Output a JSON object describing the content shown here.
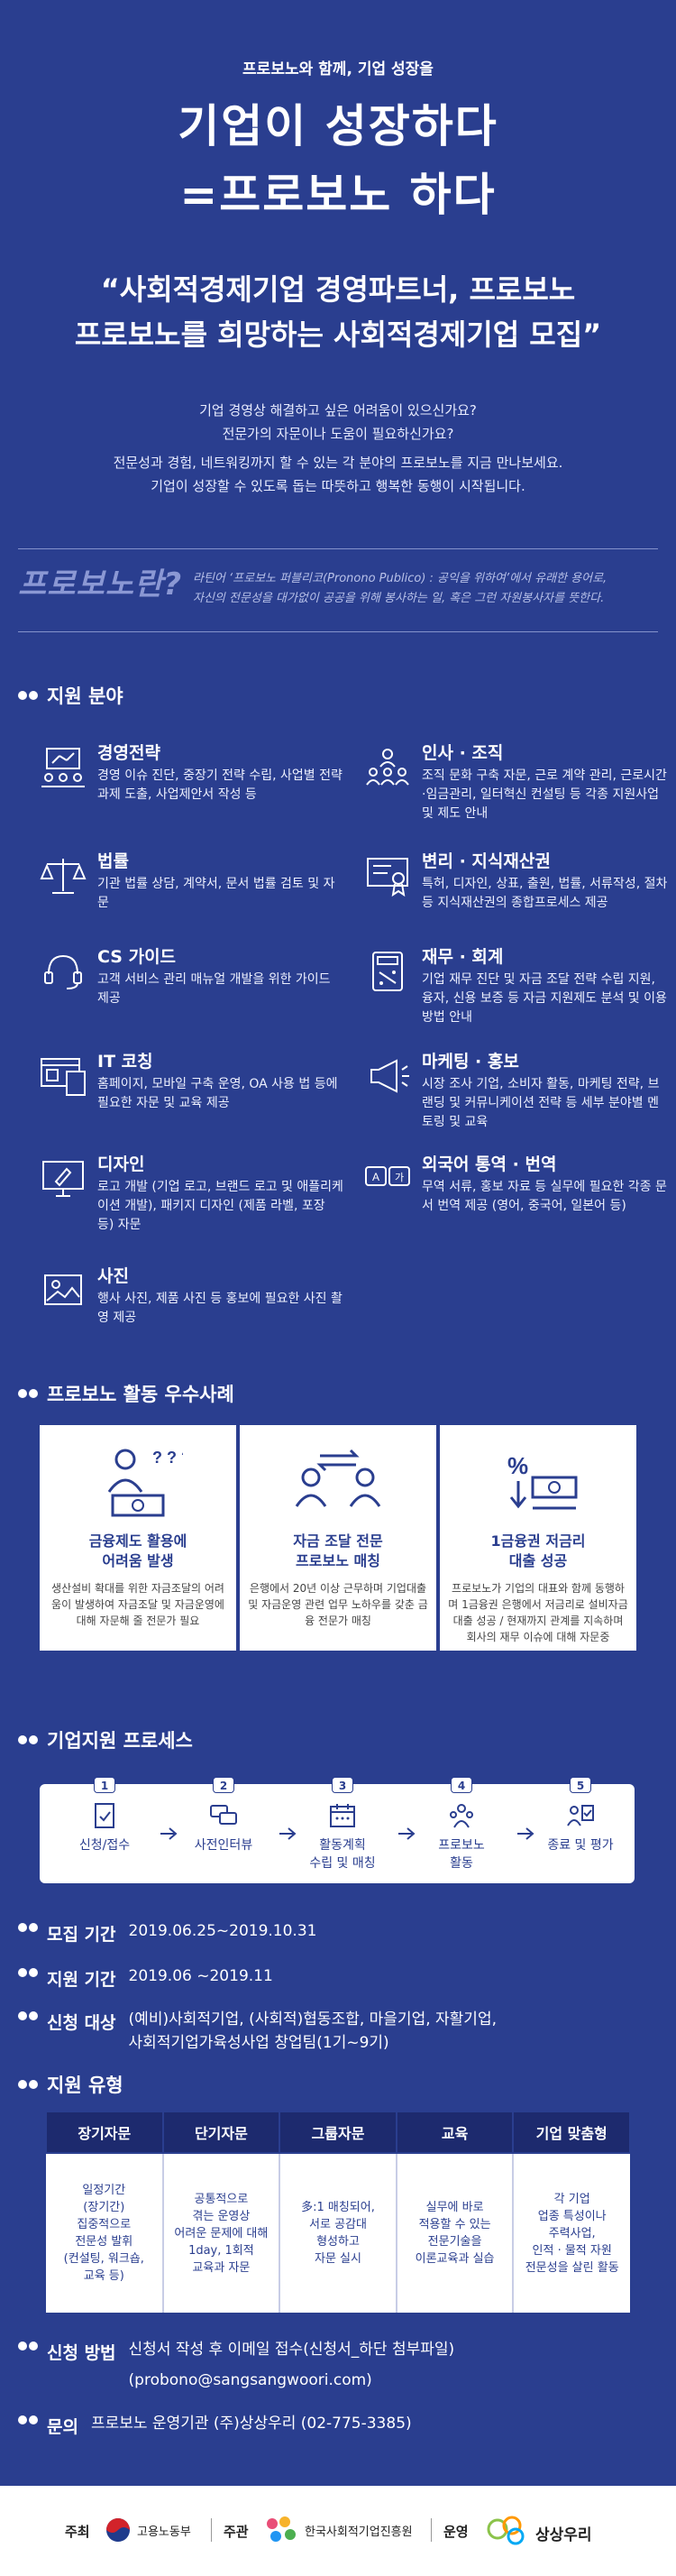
{
  "hero": {
    "subtitle": "프로보노와 함께, 기업 성장을",
    "title_line1": "기업이 성장하다",
    "title_line2": "=프로보노 하다",
    "quote_line1": "“사회적경제기업 경영파트너, 프로보노",
    "quote_line2": "프로보노를 희망하는 사회적경제기업 모집”"
  },
  "intro": [
    "기업 경영상 해결하고 싶은 어려움이 있으신가요?",
    "전문가의 자문이나 도움이 필요하신가요?",
    "전문성과 경험, 네트워킹까지 할 수 있는 각 분야의 프로보노를 지금 만나보세요.",
    "기업이 성장할 수 있도록 돕는 따뜻하고 행복한 동행이 시작됩니다."
  ],
  "pronobo": {
    "word": "프로보노란?",
    "desc_line1": "라틴어 ‘프로보노 퍼블리코(Pronono Publico) : 공익을 위하여’에서 유래한 용어로,",
    "desc_line2": "자신의 전문성을 대가없이 공공을 위해 봉사하는 일, 혹은 그런 자원봉사자를 뜻한다."
  },
  "support_fields": {
    "heading": "지원 분야",
    "items": [
      {
        "title": "경영전략",
        "desc": "경영 이슈 진단, 중장기 전략 수립, 사업별 전략과제 도출, 사업제안서 작성 등",
        "icon": "meeting-icon"
      },
      {
        "title": "인사 · 조직",
        "desc": "조직 문화 구축 자문, 근로 계약 관리, 근로시간·임금관리, 일터혁신 컨설팅 등 각종 지원사업 및 제도 안내",
        "icon": "organization-icon"
      },
      {
        "title": "법률",
        "desc": "기관 법률 상담, 계약서, 문서 법률 검토 및 자문",
        "icon": "scale-icon"
      },
      {
        "title": "변리 · 지식재산권",
        "desc": "특허, 디자인, 상표, 출원, 법률, 서류작성, 절차 등 지식재산권의 종합프로세스 제공",
        "icon": "certificate-icon"
      },
      {
        "title": "CS 가이드",
        "desc": "고객 서비스 관리 매뉴얼 개발을 위한 가이드 제공",
        "icon": "headset-icon"
      },
      {
        "title": "재무 · 회계",
        "desc": "기업 재무 진단 및 자금 조달 전략 수립 지원, 융자, 신용 보증 등 자금 지원제도 분석 및 이용 방법 안내",
        "icon": "calculator-icon"
      },
      {
        "title": "IT 코칭",
        "desc": "홈페이지, 모바일 구축 운영, OA 사용 법 등에 필요한 자문 및 교육 제공",
        "icon": "browser-icon"
      },
      {
        "title": "마케팅 · 홍보",
        "desc": "시장 조사 기업, 소비자 활동, 마케팅 전략, 브랜딩 및 커뮤니케이션 전략 등 세부 분야별 멘토링 및 교육",
        "icon": "megaphone-icon"
      },
      {
        "title": "디자인",
        "desc": "로고 개발 (기업 로고, 브랜드 로고 및 애플리케이션 개발), 패키지 디자인 (제품 라벨, 포장 등) 자문",
        "icon": "monitor-design-icon"
      },
      {
        "title": "외국어 통역 · 번역",
        "desc": "무역 서류, 홍보 자료 등 실무에 필요한 각종 문서 번역 제공 (영어, 중국어, 일본어 등)",
        "icon": "translate-icon"
      },
      {
        "title": "사진",
        "desc": "행사 사진, 제품 사진 등 홍보에 필요한 사진 촬영 제공",
        "icon": "photo-icon"
      }
    ]
  },
  "cases": {
    "heading": "프로보노 활동 우수사례",
    "items": [
      {
        "title_line1": "금융제도 활용에",
        "title_line2": "어려움 발생",
        "desc": "생산설비 확대를 위한 자금조달의 어려움이 발생하여 자금조달 및 자금운영에 대해 자문해 줄 전문가 필요",
        "icon": "money-question-icon"
      },
      {
        "title_line1": "자금 조달 전문",
        "title_line2": "프로보노 매칭",
        "desc": "은행에서 20년 이상 근무하며 기업대출 및 자금운영 관련 업무 노하우를 갖춘 금융 전문가 매칭",
        "icon": "people-exchange-icon"
      },
      {
        "title_line1": "1금융권 저금리",
        "title_line2": "대출 성공",
        "desc": "프로보노가 기업의 대표와 함께 동행하며 1금융권 은행에서 저금리로 설비자금 대출 성공 / 현재까지 관계를 지속하며 회사의 재무 이슈에 대해 자문중",
        "icon": "low-rate-icon"
      }
    ]
  },
  "process": {
    "heading": "기업지원 프로세스",
    "steps": [
      {
        "num": "1",
        "label": "신청/접수",
        "icon": "document-check-icon"
      },
      {
        "num": "2",
        "label": "사전인터뷰",
        "icon": "chat-icon"
      },
      {
        "num": "3",
        "label_line1": "활동계획",
        "label_line2": "수립 및 매칭",
        "icon": "calendar-icon"
      },
      {
        "num": "4",
        "label_line1": "프로보노",
        "label_line2": "활동",
        "icon": "team-icon"
      },
      {
        "num": "5",
        "label": "종료 및 평가",
        "icon": "evaluation-icon"
      }
    ]
  },
  "info": {
    "period_label": "모집 기간",
    "period_value": "2019.06.25~2019.10.31",
    "support_label": "지원 기간",
    "support_value": "2019.06 ~2019.11",
    "target_label": "신청 대상",
    "target_line1": "(예비)사회적기업, (사회적)협동조합, 마을기업, 자활기업,",
    "target_line2": "사회적기업가육성사업 창업팀(1기~9기)"
  },
  "types": {
    "heading": "지원 유형",
    "columns": [
      {
        "header": "장기자문",
        "lines": [
          "일정기간",
          "(장기간)",
          "집중적으로",
          "전문성 발휘",
          "(컨설팅, 워크숍,",
          "교육 등)"
        ]
      },
      {
        "header": "단기자문",
        "lines": [
          "공통적으로",
          "겪는 운영상",
          "어려운 문제에 대해",
          "1day, 1회적",
          "교육과 자문"
        ]
      },
      {
        "header": "그룹자문",
        "lines": [
          "多:1 매칭되어,",
          "서로 공감대",
          "형성하고",
          "자문 실시"
        ]
      },
      {
        "header": "교육",
        "lines": [
          "실무에 바로",
          "적용할 수 있는",
          "전문기술을",
          "이론교육과 실습"
        ]
      },
      {
        "header": "기업 맞춤형",
        "lines": [
          "각 기업",
          "업종 특성이나",
          "주력사업,",
          "인적 · 물적 자원",
          "전문성을 살린 활동"
        ]
      }
    ]
  },
  "apply": {
    "method_label": "신청 방법",
    "method_value": "신청서 작성 후 이메일 접수(신청서_하단 첨부파일)",
    "email": "(probono@sangsangwoori.com)",
    "contact_label": "문의",
    "contact_value": "프로보노 운영기관 (주)상상우리 (02-775-3385)"
  },
  "footer": {
    "host_label": "주최",
    "host_org": "고용노동부",
    "organizer_label": "주관",
    "organizer_org": "한국사회적기업진흥원",
    "operator_label": "운영",
    "operator_org": "상상우리"
  },
  "colors": {
    "background": "#2a3e8f",
    "dark_header": "#1d2a6e",
    "accent_light": "#8b98d4"
  }
}
